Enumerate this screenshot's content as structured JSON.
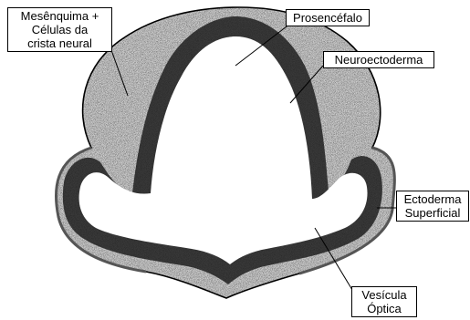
{
  "labels": {
    "mesenquima": {
      "line1": "Mesênquima +",
      "line2": "Células da",
      "line3": "crista neural"
    },
    "prosencefalo": "Prosencéfalo",
    "neuroectoderma": "Neuroectoderma",
    "ectoderma": {
      "line1": "Ectoderma",
      "line2": "Superficial"
    },
    "vesicula": {
      "line1": "Vesícula",
      "line2": "Óptica"
    }
  },
  "colors": {
    "mesenchyme": "#c9c9c9",
    "neuroectoderm": "#3c3c3c",
    "surface_ectoderm": "#5a5a5a",
    "lumen": "#ffffff",
    "outline": "#000000"
  }
}
